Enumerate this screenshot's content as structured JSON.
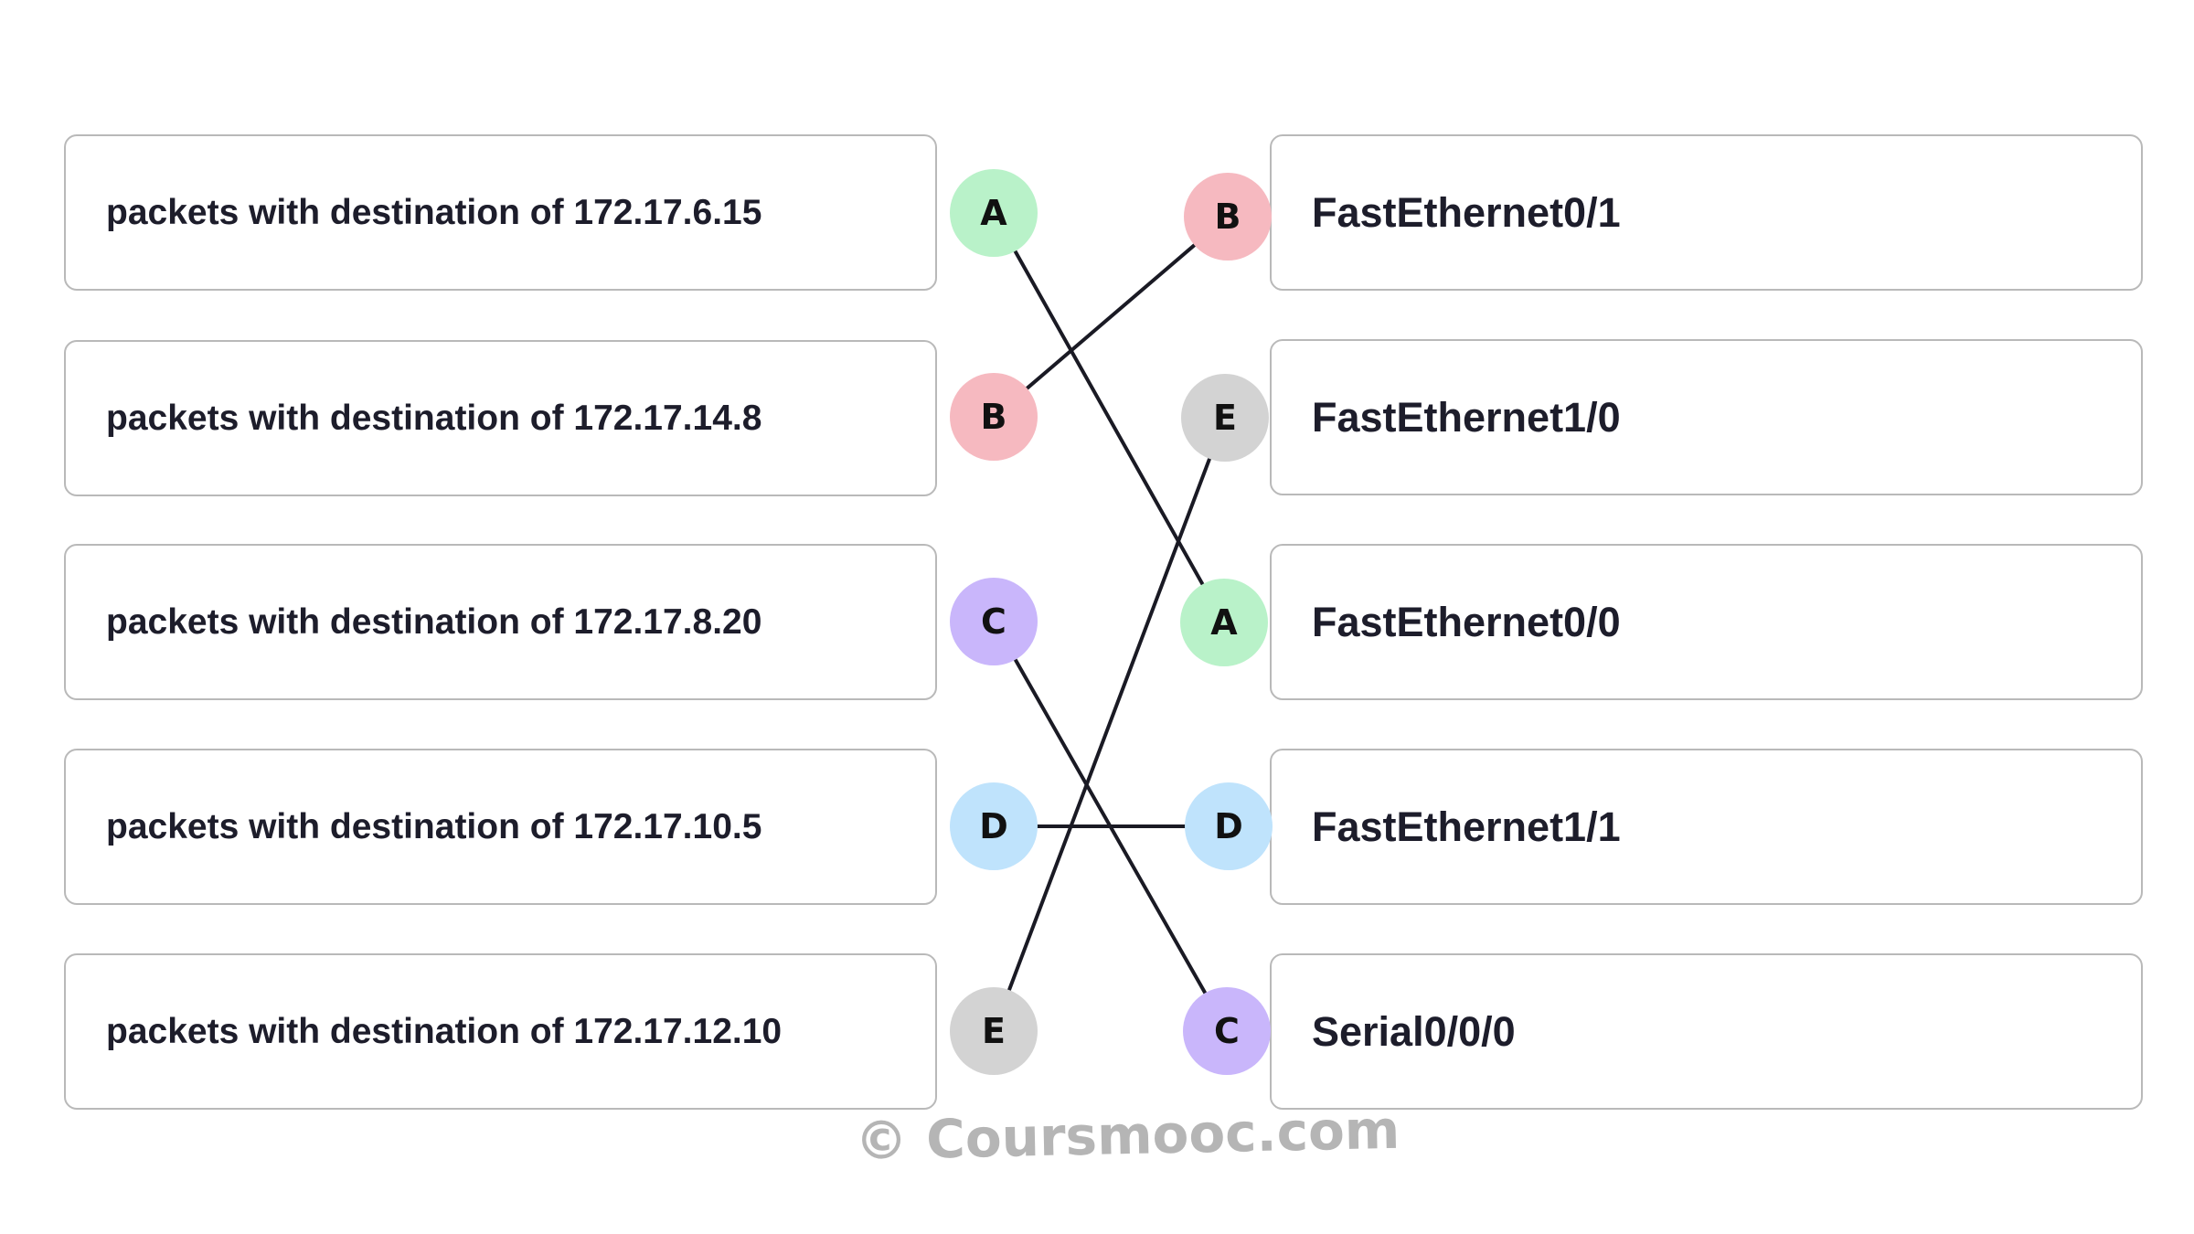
{
  "left_items": [
    {
      "text": "packets with destination of 172.17.6.15",
      "badge": "A",
      "color": "#b9f2c9"
    },
    {
      "text": "packets with destination of 172.17.14.8",
      "badge": "B",
      "color": "#f6b9c0"
    },
    {
      "text": "packets with destination of 172.17.8.20",
      "badge": "C",
      "color": "#c9b6fb"
    },
    {
      "text": "packets with destination of 172.17.10.5",
      "badge": "D",
      "color": "#bfe3fc"
    },
    {
      "text": "packets with destination of 172.17.12.10",
      "badge": "E",
      "color": "#d3d3d3"
    }
  ],
  "right_items": [
    {
      "text": "FastEthernet0/1",
      "badge": "B",
      "color": "#f6b9c0"
    },
    {
      "text": "FastEthernet1/0",
      "badge": "E",
      "color": "#d3d3d3"
    },
    {
      "text": "FastEthernet0/0",
      "badge": "A",
      "color": "#b9f2c9"
    },
    {
      "text": "FastEthernet1/1",
      "badge": "D",
      "color": "#bfe3fc"
    },
    {
      "text": "Serial0/0/0",
      "badge": "C",
      "color": "#c9b6fb"
    }
  ],
  "watermark": "© Coursmooc.com",
  "line_color": "#1a1a24"
}
